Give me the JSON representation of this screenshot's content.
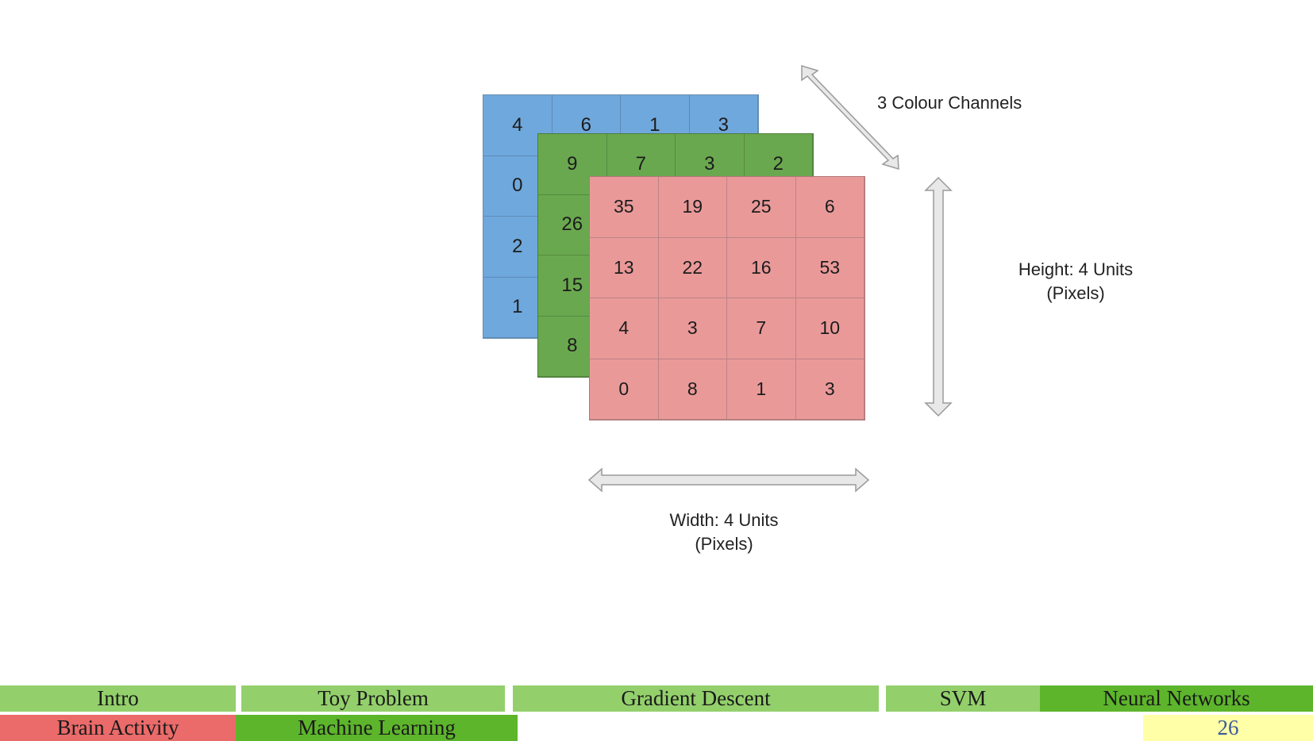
{
  "diagram": {
    "channel_label": "3 Colour Channels",
    "height_label": [
      "Height: 4 Units",
      "(Pixels)"
    ],
    "width_label": [
      "Width: 4 Units",
      "(Pixels)"
    ],
    "channels": [
      {
        "name": "blue",
        "color": "#6fa8dc",
        "visible_values": [
          [
            "4",
            "6",
            "1",
            "3"
          ],
          [
            "0",
            "",
            "",
            ""
          ],
          [
            "2",
            "",
            "",
            ""
          ],
          [
            "1",
            "",
            "",
            ""
          ]
        ]
      },
      {
        "name": "green",
        "color": "#6aa84f",
        "visible_values": [
          [
            "9",
            "7",
            "3",
            "2"
          ],
          [
            "26",
            "",
            "",
            ""
          ],
          [
            "15",
            "",
            "",
            ""
          ],
          [
            "8",
            "",
            "",
            ""
          ]
        ]
      },
      {
        "name": "red",
        "color": "#ea9999",
        "values": [
          [
            "35",
            "19",
            "25",
            "6"
          ],
          [
            "13",
            "22",
            "16",
            "53"
          ],
          [
            "4",
            "3",
            "7",
            "10"
          ],
          [
            "0",
            "8",
            "1",
            "3"
          ]
        ]
      }
    ]
  },
  "nav": {
    "row1": [
      {
        "label": "Intro",
        "color": "#93d06b"
      },
      {
        "label": "Toy Problem",
        "color": "#93d06b"
      },
      {
        "label": "Gradient Descent",
        "color": "#93d06b"
      },
      {
        "label": "SVM",
        "color": "#93d06b"
      },
      {
        "label": "Neural Networks",
        "color": "#5db52b"
      }
    ],
    "row2": [
      {
        "label": "Brain Activity",
        "color": "#eb6a6a"
      },
      {
        "label": "Machine Learning",
        "color": "#5db52b"
      }
    ],
    "page_number": "26",
    "page_number_bg": "#ffffa8"
  }
}
